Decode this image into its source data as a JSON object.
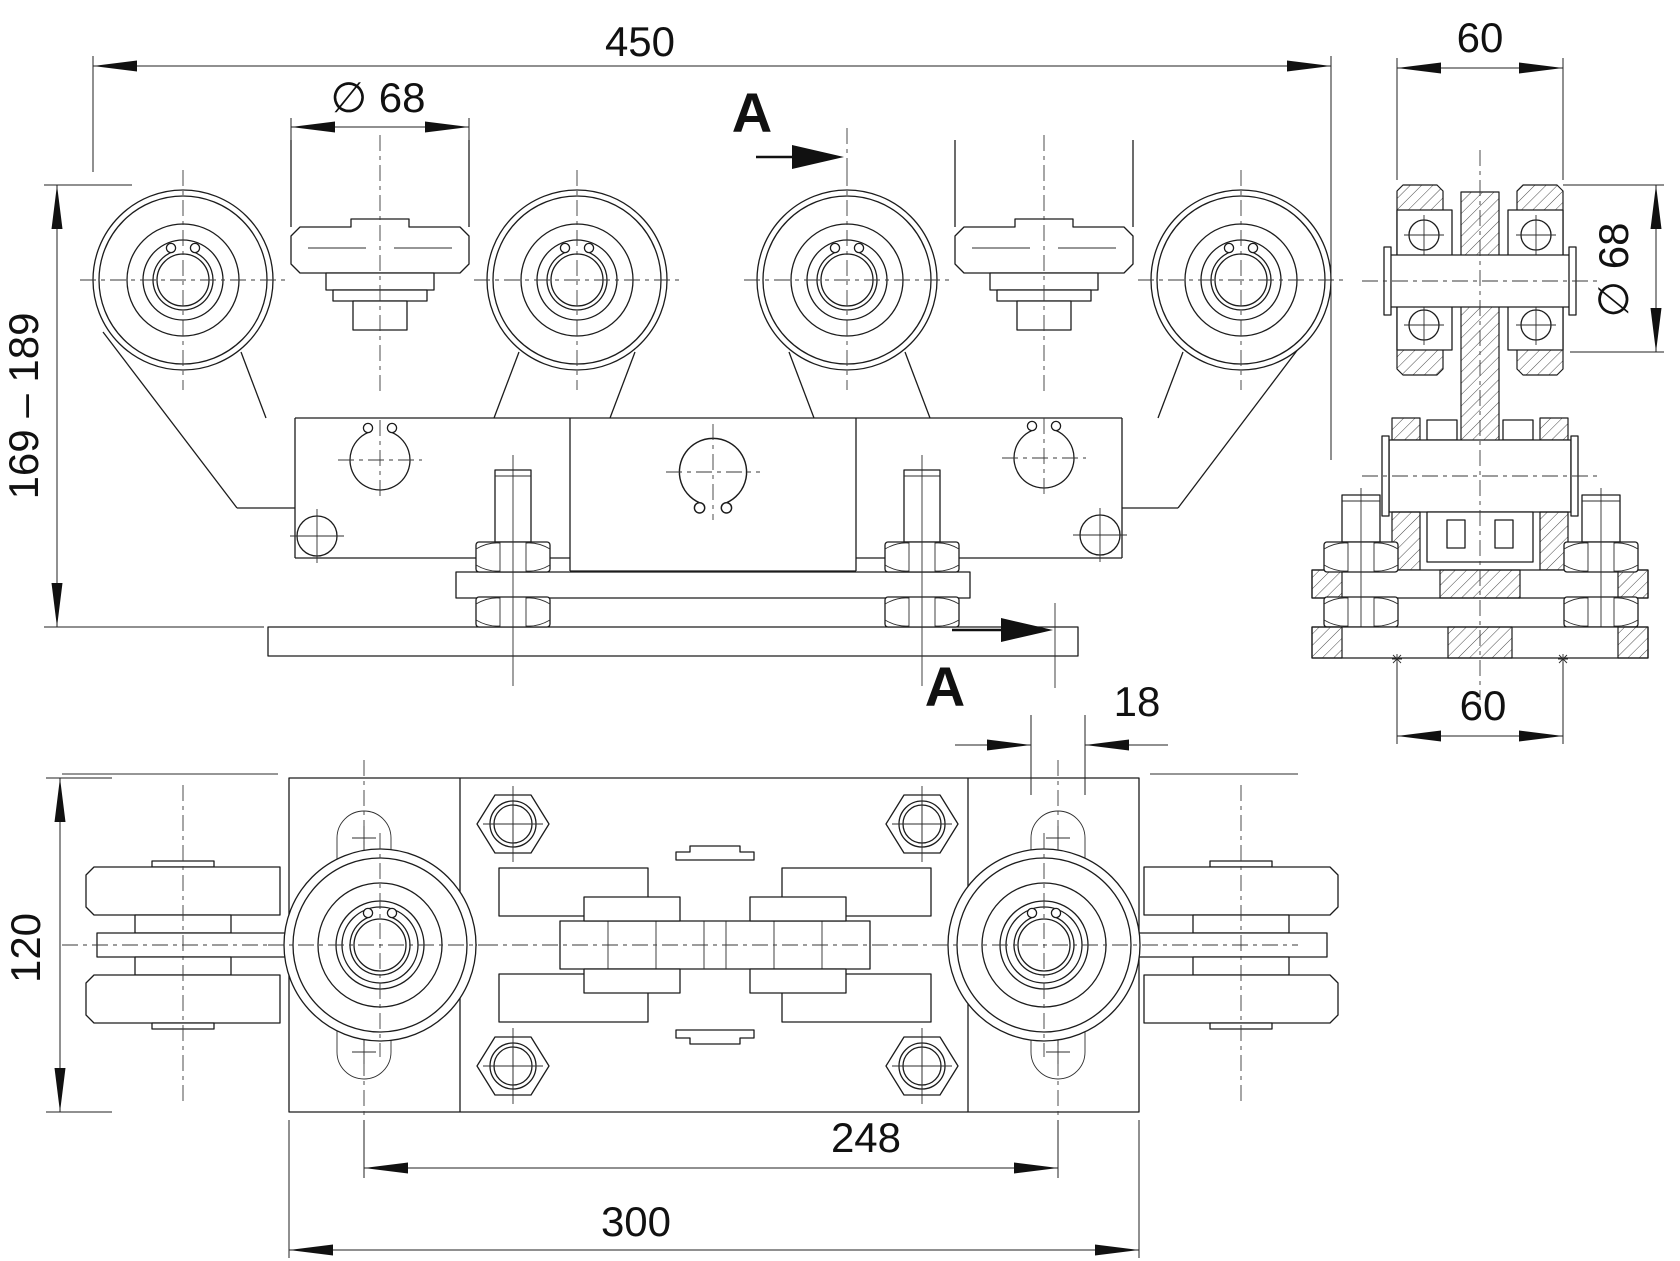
{
  "dims": {
    "overall_length": "450",
    "roller_diameter": "∅ 68",
    "adjustable_height": "169 – 189",
    "wheel_width": "60",
    "wheel_diameter": "∅ 68",
    "base_width": "60",
    "slot_width": "18",
    "carriage_width": "120",
    "slot_spacing": "248",
    "plate_length": "300"
  },
  "section": {
    "top": "A",
    "bottom": "A"
  },
  "colors": {
    "line": "#1c1c1c",
    "background": "#ffffff"
  }
}
